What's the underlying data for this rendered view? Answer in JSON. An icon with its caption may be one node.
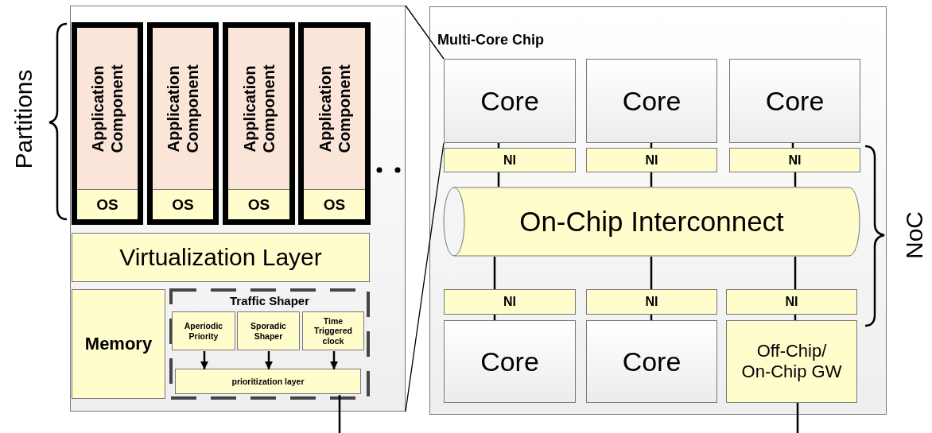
{
  "diagram": {
    "nodes": [
      {
        "text": [],
        "shape": "box"
      },
      {
        "text": [
          "Application Component",
          "OS"
        ],
        "in": 0
      },
      {
        "text": [
          "Application Component",
          "OS"
        ],
        "in": 0
      },
      {
        "text": [
          "Application Component",
          "OS"
        ],
        "in": 0
      },
      {
        "text": [
          "Application Component",
          "OS"
        ],
        "in": 0
      },
      {
        "text": [
          "Virtualization Layer"
        ],
        "in": 0
      },
      {
        "text": [
          "Memory"
        ],
        "in": 0
      },
      {
        "text": [
          "Traffic Shaper"
        ],
        "in": 0
      },
      {
        "text": [
          "Aperiodic Priority"
        ],
        "in": 7
      },
      {
        "text": [
          "Sporadic Shaper"
        ],
        "in": 7
      },
      {
        "text": [
          "Time Triggered clock"
        ],
        "in": 7
      },
      {
        "text": [
          "prioritization layer"
        ],
        "in": 7
      },
      {
        "text": [
          "Multi-Core Chip"
        ]
      },
      {
        "text": [
          "Core"
        ],
        "in": 12
      },
      {
        "text": [
          "Core"
        ],
        "in": 12
      },
      {
        "text": [
          "Core"
        ],
        "in": 12
      },
      {
        "text": [
          "NI"
        ],
        "in": 12
      },
      {
        "text": [
          "NI"
        ],
        "in": 12
      },
      {
        "text": [
          "NI"
        ],
        "in": 12
      },
      {
        "text": [
          "On-Chip Interconnect"
        ],
        "in": 12
      },
      {
        "text": [
          "NI"
        ],
        "in": 12
      },
      {
        "text": [
          "NI"
        ],
        "in": 12
      },
      {
        "text": [
          "NI"
        ],
        "in": 12
      },
      {
        "text": [
          "Core"
        ],
        "in": 12
      },
      {
        "text": [
          "Core"
        ],
        "in": 12
      },
      {
        "text": [
          "Off-Chip/ On-Chip GW"
        ],
        "in": 12
      }
    ],
    "edges": [
      {
        "from": 8,
        "to": 11,
        "arrow": "to"
      },
      {
        "from": 9,
        "to": 11,
        "arrow": "to"
      },
      {
        "from": 10,
        "to": 11,
        "arrow": "to"
      },
      {
        "from": 11,
        "to": null,
        "arrow": "none"
      },
      {
        "from": 13,
        "to": 16,
        "arrow": "none"
      },
      {
        "from": 14,
        "to": 17,
        "arrow": "none"
      },
      {
        "from": 15,
        "to": 18,
        "arrow": "none"
      },
      {
        "from": 16,
        "to": 19,
        "arrow": "none"
      },
      {
        "from": 17,
        "to": 19,
        "arrow": "none"
      },
      {
        "from": 18,
        "to": 19,
        "arrow": "none"
      },
      {
        "from": 19,
        "to": 20,
        "arrow": "none"
      },
      {
        "from": 19,
        "to": 21,
        "arrow": "none"
      },
      {
        "from": 19,
        "to": 22,
        "arrow": "none"
      },
      {
        "from": 20,
        "to": 23,
        "arrow": "none"
      },
      {
        "from": 21,
        "to": 24,
        "arrow": "none"
      },
      {
        "from": 22,
        "to": 25,
        "arrow": "none"
      },
      {
        "from": 25,
        "to": null,
        "arrow": "none"
      },
      {
        "from": 0,
        "to": 13,
        "arrow": "none"
      },
      {
        "from": 0,
        "to": 13,
        "arrow": "none"
      }
    ],
    "labels": [
      "Partitions",
      "NoC"
    ]
  }
}
